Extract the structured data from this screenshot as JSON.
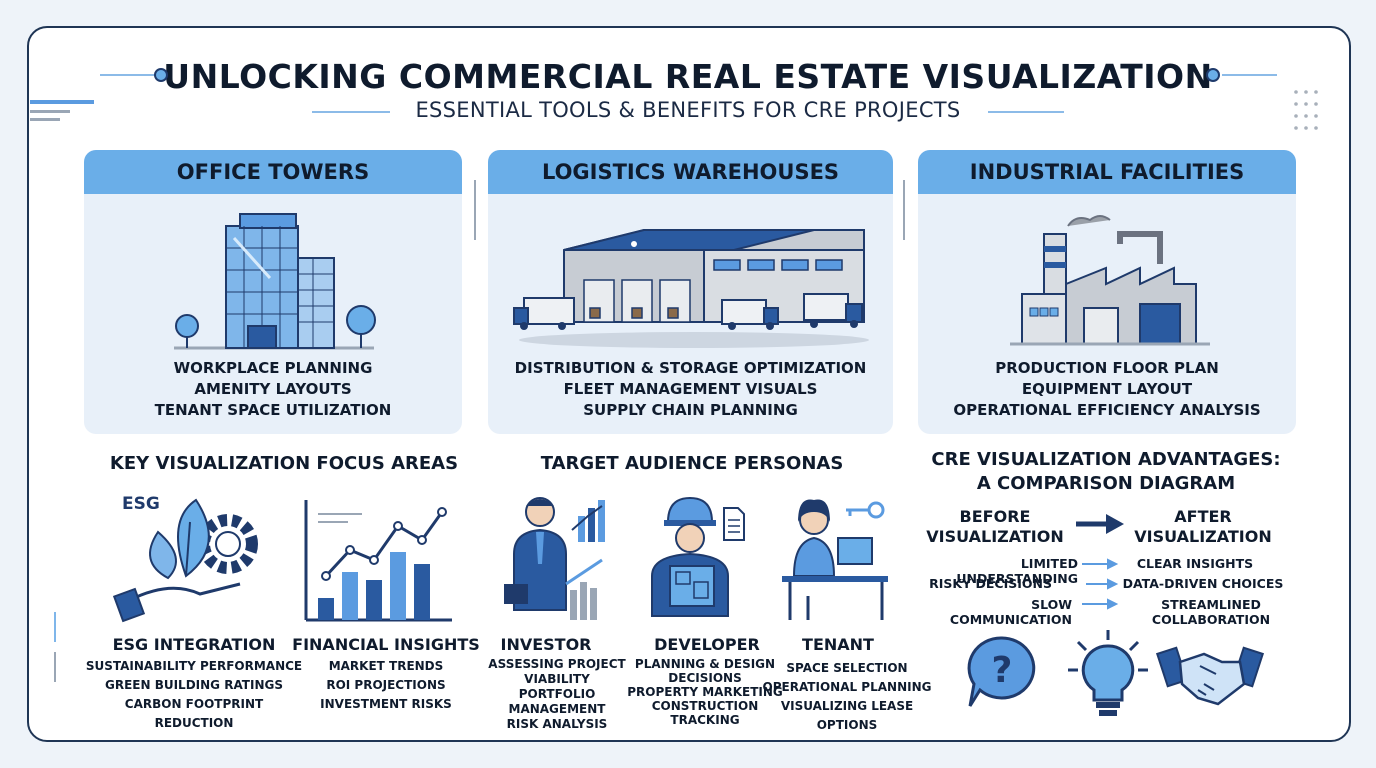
{
  "header": {
    "title": "UNLOCKING COMMERCIAL REAL ESTATE VISUALIZATION",
    "subtitle": "ESSENTIAL TOOLS & BENEFITS FOR CRE PROJECTS"
  },
  "categories": [
    {
      "title": "OFFICE TOWERS",
      "lines": [
        "WORKPLACE PLANNING",
        "AMENITY LAYOUTS",
        "TENANT SPACE UTILIZATION"
      ]
    },
    {
      "title": "LOGISTICS WAREHOUSES",
      "lines": [
        "DISTRIBUTION & STORAGE OPTIMIZATION",
        "FLEET MANAGEMENT VISUALS",
        "SUPPLY CHAIN PLANNING"
      ]
    },
    {
      "title": "INDUSTRIAL FACILITIES",
      "lines": [
        "PRODUCTION FLOOR PLAN",
        "EQUIPMENT LAYOUT",
        "OPERATIONAL EFFICIENCY ANALYSIS"
      ]
    }
  ],
  "focus": {
    "title": "KEY VISUALIZATION FOCUS AREAS",
    "esg_badge": "ESG",
    "items": [
      {
        "title": "ESG INTEGRATION",
        "lines": [
          "SUSTAINABILITY PERFORMANCE",
          "GREEN BUILDING RATINGS",
          "CARBON FOOTPRINT REDUCTION"
        ]
      },
      {
        "title": "FINANCIAL INSIGHTS",
        "lines": [
          "MARKET TRENDS",
          "ROI PROJECTIONS",
          "INVESTMENT RISKS"
        ]
      }
    ]
  },
  "personas": {
    "title": "TARGET AUDIENCE PERSONAS",
    "items": [
      {
        "title": "INVESTOR",
        "lines": [
          "ASSESSING PROJECT",
          "VIABILITY",
          "PORTFOLIO MANAGEMENT",
          "RISK ANALYSIS"
        ]
      },
      {
        "title": "DEVELOPER",
        "lines": [
          "PLANNING & DESIGN",
          "DECISIONS",
          "PROPERTY MARKETING",
          "CONSTRUCTION TRACKING"
        ]
      },
      {
        "title": "TENANT",
        "lines": [
          "SPACE SELECTION",
          "OPERATIONAL PLANNING",
          "VISUALIZING LEASE OPTIONS"
        ]
      }
    ]
  },
  "comparison": {
    "title_line1": "CRE VISUALIZATION ADVANTAGES:",
    "title_line2": "A COMPARISON DIAGRAM",
    "before_line1": "BEFORE",
    "before_line2": "VISUALIZATION",
    "after_line1": "AFTER",
    "after_line2": "VISUALIZATION",
    "rows": [
      {
        "before": "LIMITED UNDERSTANDING",
        "after": "CLEAR INSIGHTS"
      },
      {
        "before": "RISKY DECISIONS",
        "after": "DATA-DRIVEN CHOICES"
      },
      {
        "before": "SLOW COMMUNICATION",
        "after": "STREAMLINED COLLABORATION"
      }
    ],
    "icons": [
      "question-icon",
      "lightbulb-icon",
      "handshake-icon"
    ]
  },
  "colors": {
    "accent": "#6aaee8",
    "dark": "#1f3a6b",
    "mid": "#4a78c0",
    "panel": "#e8f0f9",
    "ink": "#0f1b2d"
  }
}
